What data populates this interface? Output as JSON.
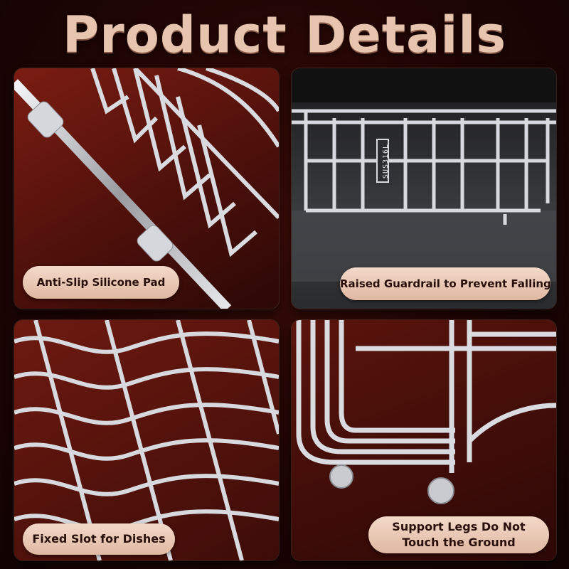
{
  "title": "Product Details",
  "panels": [
    {
      "label": "Anti-Slip Silicone Pad"
    },
    {
      "label": "Raised Guardrail to Prevent Falling",
      "stamp": "SUS316L"
    },
    {
      "label": "Fixed Slot for Dishes"
    },
    {
      "label_line1": "Support Legs Do Not",
      "label_line2": "Touch the Ground"
    }
  ],
  "colors": {
    "background": "#1e0504",
    "title": "#e7c4ae",
    "label_bg": "#f3d9c9",
    "label_text": "#2a100c",
    "metal": "#d7d9de"
  }
}
